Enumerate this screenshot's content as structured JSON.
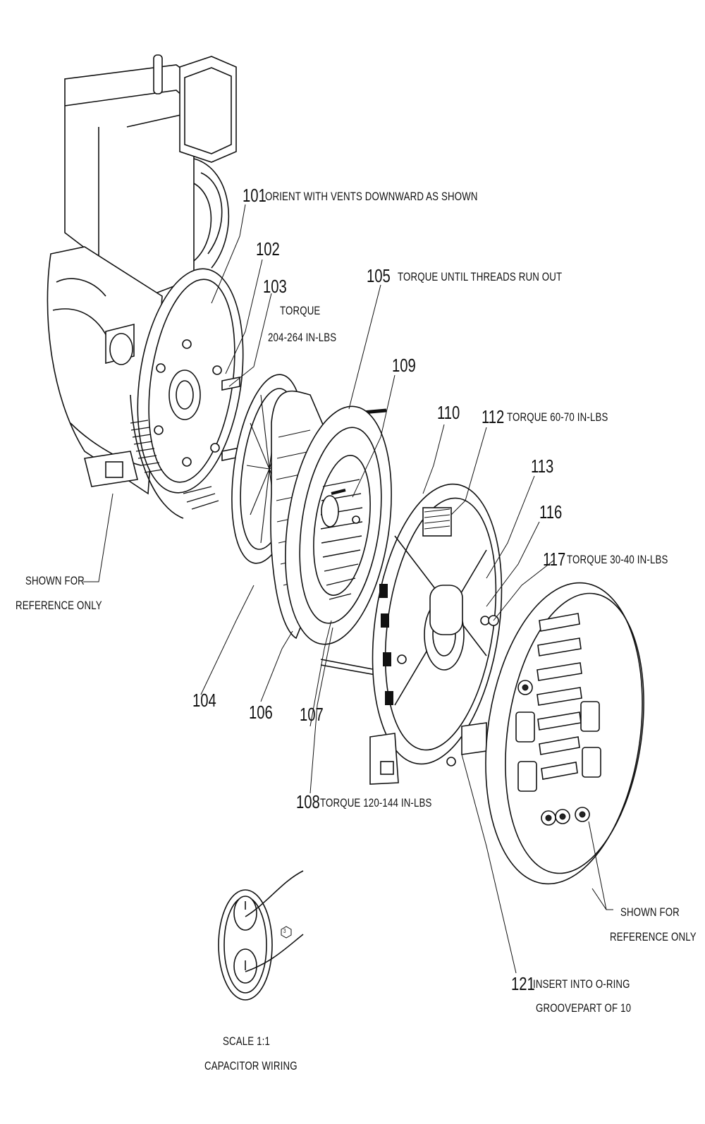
{
  "labels": {
    "p101": "101",
    "p101_note": "ORIENT WITH VENTS DOWNWARD AS SHOWN",
    "p102": "102",
    "p103": "103",
    "p103_note1": "TORQUE",
    "p103_note2": "204-264 IN-LBS",
    "p105": "105",
    "p105_note": "TORQUE UNTIL THREADS RUN OUT",
    "p109": "109",
    "p110": "110",
    "p112": "112",
    "p112_note": "TORQUE 60-70 IN-LBS",
    "p113": "113",
    "p116": "116",
    "p117": "117",
    "p117_note": "TORQUE 30-40 IN-LBS",
    "p104": "104",
    "p106": "106",
    "p107": "107",
    "p108": "108",
    "p108_note": "TORQUE 120-144 IN-LBS",
    "p121": "121",
    "p121_note1": "INSERT INTO O-RING",
    "p121_note2": "GROOVEPART OF 10",
    "ref_left_1": "SHOWN FOR",
    "ref_left_2": "REFERENCE ONLY",
    "ref_right_1": "SHOWN FOR",
    "ref_right_2": "REFERENCE ONLY",
    "scale_1": "SCALE 1:1",
    "scale_2": "CAPACITOR WIRING",
    "hex_mark": "3"
  }
}
